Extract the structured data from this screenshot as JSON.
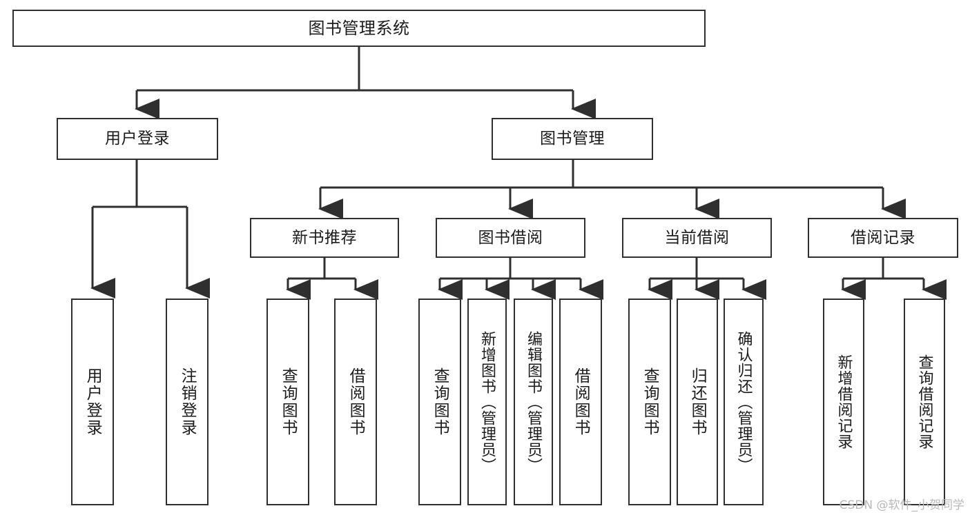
{
  "diagram": {
    "title": "图书管理系统",
    "type": "tree-hierarchy",
    "watermark": "CSDN @软件_小贺同学",
    "stroke_color": "#2f2f2f",
    "fill_color": "#ffffff",
    "text_color": "#1b1b1b",
    "root": {
      "label": "图书管理系统"
    },
    "level2": [
      {
        "label": "用户登录"
      },
      {
        "label": "图书管理"
      }
    ],
    "level3": [
      {
        "label": "新书推荐"
      },
      {
        "label": "图书借阅"
      },
      {
        "label": "当前借阅"
      },
      {
        "label": "借阅记录"
      }
    ],
    "leaves": {
      "user_login": [
        {
          "label": "用户登录"
        },
        {
          "label": "注销登录"
        }
      ],
      "new_book_recommend": [
        {
          "label": "查询图书"
        },
        {
          "label": "借阅图书"
        }
      ],
      "book_borrow": [
        {
          "label": "查询图书"
        },
        {
          "label": "新增图书（管理员）"
        },
        {
          "label": "编辑图书（管理员）"
        },
        {
          "label": "借阅图书"
        }
      ],
      "current_borrow": [
        {
          "label": "查询图书"
        },
        {
          "label": "归还图书"
        },
        {
          "label": "确认归还（管理员）"
        }
      ],
      "borrow_record": [
        {
          "label": "新增借阅记录"
        },
        {
          "label": "查询借阅记录"
        }
      ]
    }
  }
}
